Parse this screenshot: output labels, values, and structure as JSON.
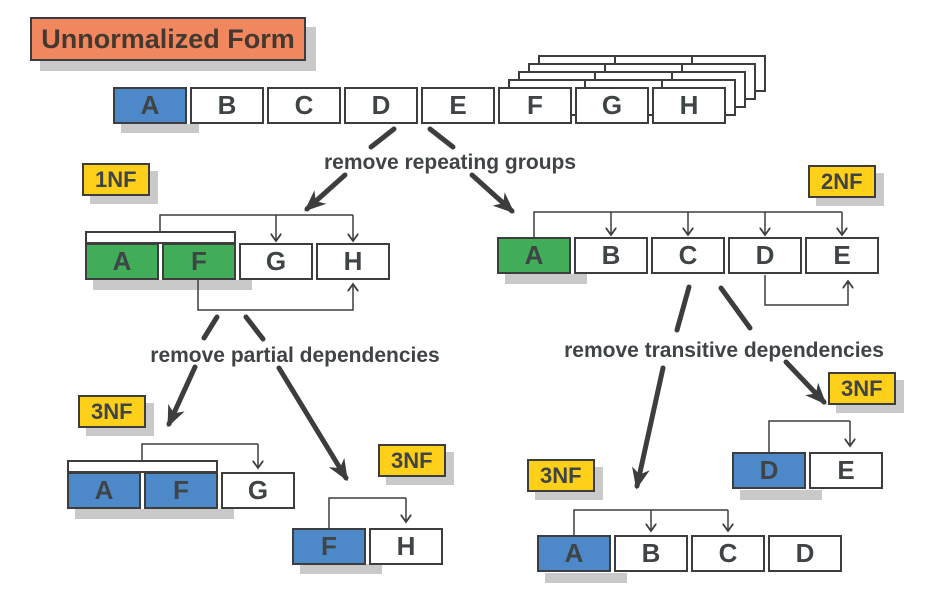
{
  "title": "Unnormalized Form",
  "flow": {
    "repeating": "remove repeating groups",
    "partial": "remove partial dependencies",
    "transitive": "remove transitive dependencies"
  },
  "badges": {
    "nf1": "1NF",
    "nf2": "2NF",
    "nf3_afg": "3NF",
    "nf3_fh": "3NF",
    "nf3_abcd": "3NF",
    "nf3_de": "3NF"
  },
  "tables": {
    "unf": {
      "repeat_sheets": 4,
      "cells": [
        {
          "label": "A",
          "key": true
        },
        {
          "label": "B",
          "key": false
        },
        {
          "label": "C",
          "key": false
        },
        {
          "label": "D",
          "key": false
        },
        {
          "label": "E",
          "key": false
        },
        {
          "label": "F",
          "key": false
        },
        {
          "label": "G",
          "key": false
        },
        {
          "label": "H",
          "key": false
        }
      ]
    },
    "nf1": {
      "cells": [
        {
          "label": "A",
          "key": true
        },
        {
          "label": "F",
          "key": true
        },
        {
          "label": "G",
          "key": false
        },
        {
          "label": "H",
          "key": false
        }
      ],
      "dependencies": [
        "A,F -> G",
        "A,F -> H",
        "F -> H"
      ]
    },
    "nf2": {
      "cells": [
        {
          "label": "A",
          "key": true
        },
        {
          "label": "B",
          "key": false
        },
        {
          "label": "C",
          "key": false
        },
        {
          "label": "D",
          "key": false
        },
        {
          "label": "E",
          "key": false
        }
      ],
      "dependencies": [
        "A -> B",
        "A -> C",
        "A -> D",
        "A -> E",
        "D -> E"
      ]
    },
    "nf3_afg": {
      "cells": [
        {
          "label": "A",
          "key": true
        },
        {
          "label": "F",
          "key": true
        },
        {
          "label": "G",
          "key": false
        }
      ],
      "dependencies": [
        "A,F -> G"
      ]
    },
    "nf3_fh": {
      "cells": [
        {
          "label": "F",
          "key": true
        },
        {
          "label": "H",
          "key": false
        }
      ],
      "dependencies": [
        "F -> H"
      ]
    },
    "nf3_abcd": {
      "cells": [
        {
          "label": "A",
          "key": true
        },
        {
          "label": "B",
          "key": false
        },
        {
          "label": "C",
          "key": false
        },
        {
          "label": "D",
          "key": false
        }
      ],
      "dependencies": [
        "A -> B",
        "A -> C"
      ]
    },
    "nf3_de": {
      "cells": [
        {
          "label": "D",
          "key": true
        },
        {
          "label": "E",
          "key": false
        }
      ],
      "dependencies": [
        "D -> E"
      ]
    }
  },
  "colors": {
    "key_blue": "#4d89c9",
    "key_green": "#42ad58",
    "badge_yellow": "#ffd01a",
    "title_orange": "#f1875e",
    "line_dark": "#3d3d3d",
    "shadow_gray": "#c9c9c9",
    "background": "#ffffff"
  }
}
